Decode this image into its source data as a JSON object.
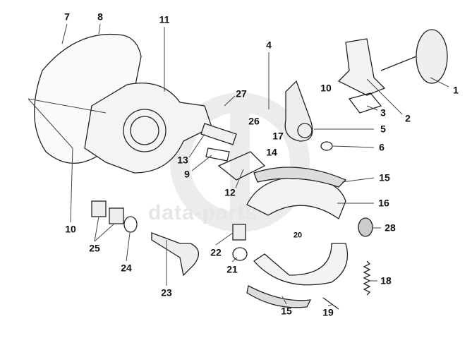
{
  "watermark": "data-parts",
  "callouts": [
    {
      "id": "7"
    },
    {
      "id": "8"
    },
    {
      "id": "11"
    },
    {
      "id": "4"
    },
    {
      "id": "1"
    },
    {
      "id": "2"
    },
    {
      "id": "3"
    },
    {
      "id": "10"
    },
    {
      "id": "5"
    },
    {
      "id": "6"
    },
    {
      "id": "27"
    },
    {
      "id": "26"
    },
    {
      "id": "17"
    },
    {
      "id": "14"
    },
    {
      "id": "13"
    },
    {
      "id": "9"
    },
    {
      "id": "12"
    },
    {
      "id": "15"
    },
    {
      "id": "16"
    },
    {
      "id": "28"
    },
    {
      "id": "20"
    },
    {
      "id": "22"
    },
    {
      "id": "21"
    },
    {
      "id": "10"
    },
    {
      "id": "25"
    },
    {
      "id": "24"
    },
    {
      "id": "23"
    },
    {
      "id": "18"
    },
    {
      "id": "15"
    },
    {
      "id": "19"
    }
  ]
}
